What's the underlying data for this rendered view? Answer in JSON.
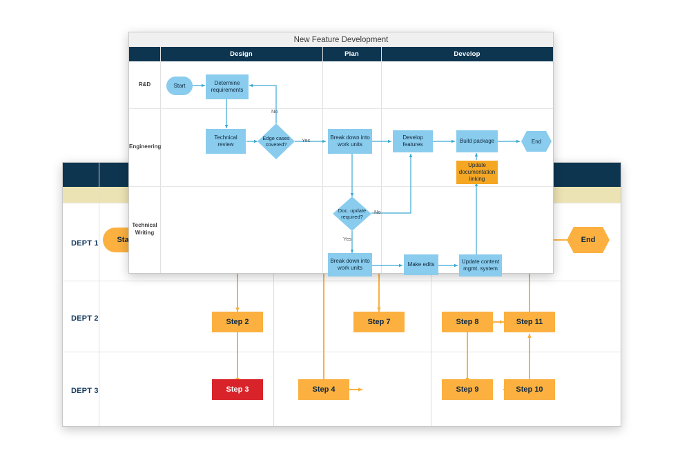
{
  "back_diagram": {
    "name": "department-swimlane-diagram",
    "header_color": "#0e3550",
    "subheader_color": "#ece3b4",
    "lanes": [
      {
        "label": "DEPT 1"
      },
      {
        "label": "DEPT 2"
      },
      {
        "label": "DEPT 3"
      }
    ],
    "nodes": [
      {
        "id": "start",
        "label": "Start",
        "shape": "pill",
        "color": "#fbb040"
      },
      {
        "id": "step2",
        "label": "Step 2",
        "shape": "rect",
        "color": "#fbb040"
      },
      {
        "id": "step3",
        "label": "Step 3",
        "shape": "rect",
        "color": "#d8232a"
      },
      {
        "id": "step4",
        "label": "Step 4",
        "shape": "rect",
        "color": "#fbb040"
      },
      {
        "id": "step7",
        "label": "Step 7",
        "shape": "rect",
        "color": "#fbb040"
      },
      {
        "id": "step8",
        "label": "Step 8",
        "shape": "rect",
        "color": "#fbb040"
      },
      {
        "id": "step9",
        "label": "Step 9",
        "shape": "rect",
        "color": "#fbb040"
      },
      {
        "id": "step10",
        "label": "Step 10",
        "shape": "rect",
        "color": "#fbb040"
      },
      {
        "id": "step11",
        "label": "Step 11",
        "shape": "rect",
        "color": "#fbb040"
      },
      {
        "id": "end",
        "label": "End",
        "shape": "hexagon",
        "color": "#fbb040"
      }
    ]
  },
  "front_diagram": {
    "name": "new-feature-development-flowchart",
    "title": "New Feature Development",
    "header_color": "#0e3550",
    "titlebar_color": "#f0f0f0",
    "columns": [
      {
        "label": ""
      },
      {
        "label": "Design"
      },
      {
        "label": "Plan"
      },
      {
        "label": "Develop"
      }
    ],
    "lanes": [
      {
        "label": "R&D"
      },
      {
        "label": "Engineering"
      },
      {
        "label": "Technical Writing",
        "line1": "Technical",
        "line2": "Writing"
      }
    ],
    "nodes": [
      {
        "id": "start",
        "label": "Start",
        "shape": "pill",
        "color": "#89cced"
      },
      {
        "id": "determine",
        "label": "Determine requirements",
        "l1": "Determine",
        "l2": "requirements",
        "shape": "rect",
        "color": "#89cced"
      },
      {
        "id": "techrev",
        "label": "Technical review",
        "l1": "Technical",
        "l2": "review",
        "shape": "rect",
        "color": "#89cced"
      },
      {
        "id": "edge",
        "label": "Edge cases covered?",
        "l1": "Edge cases",
        "l2": "covered?",
        "shape": "diamond",
        "color": "#89cced"
      },
      {
        "id": "bdi1",
        "label": "Break down into work units",
        "l1": "Break down into",
        "l2": "work units",
        "shape": "rect",
        "color": "#89cced"
      },
      {
        "id": "devfeat",
        "label": "Develop features",
        "shape": "rect",
        "color": "#89cced"
      },
      {
        "id": "buildpkg",
        "label": "Build package",
        "shape": "rect",
        "color": "#89cced"
      },
      {
        "id": "end",
        "label": "End",
        "shape": "hexagon",
        "color": "#89cced"
      },
      {
        "id": "updoc",
        "label": "Update documentation linking",
        "l1": "Update",
        "l2": "documentation",
        "l3": "linking",
        "shape": "rect",
        "color": "#f5a623"
      },
      {
        "id": "docupd",
        "label": "Doc. update required?",
        "l1": "Doc. update",
        "l2": "required?",
        "shape": "diamond",
        "color": "#89cced"
      },
      {
        "id": "bdi2",
        "label": "Break down into work units",
        "l1": "Break down into",
        "l2": "work units",
        "shape": "rect",
        "color": "#89cced"
      },
      {
        "id": "edits",
        "label": "Make edits",
        "shape": "rect",
        "color": "#89cced"
      },
      {
        "id": "upcms",
        "label": "Update content mgmt. system",
        "l1": "Update content",
        "l2": "mgmt. system",
        "shape": "rect",
        "color": "#89cced"
      }
    ],
    "edge_labels": {
      "no_edge_cases": "No",
      "yes_edge_cases": "Yes",
      "no_doc_update": "No",
      "yes_doc_update": "Yes"
    }
  }
}
